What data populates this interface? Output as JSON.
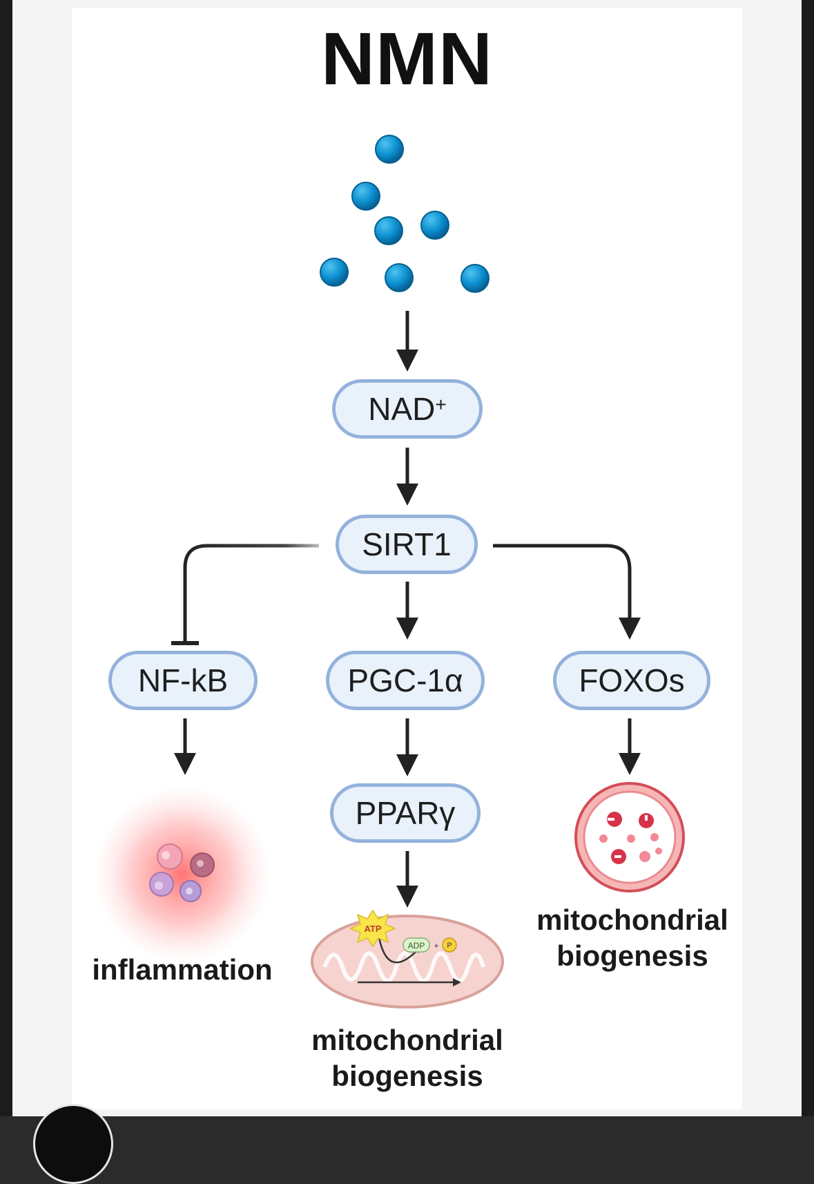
{
  "title": "NMN",
  "nodes": {
    "nad": {
      "label": "NAD",
      "sup": "+"
    },
    "sirt1": {
      "label": "SIRT1"
    },
    "nfkb": {
      "label": "NF-kB"
    },
    "pgc1a": {
      "label": "PGC-1α"
    },
    "foxos": {
      "label": "FOXOs"
    },
    "ppary": {
      "label": "PPARγ"
    }
  },
  "outcomes": {
    "inflammation": "inflammation",
    "mito_center_line1": "mitochondrial",
    "mito_center_line2": "biogenesis",
    "mito_right_line1": "mitochondrial",
    "mito_right_line2": "biogenesis"
  },
  "mitochondrion_labels": {
    "atp": "ATP",
    "adp": "ADP",
    "plus": "+",
    "p": "P"
  },
  "colors": {
    "molecule": "#0b8fd0",
    "node_border": "#93b2dc",
    "node_fill": "#e9f1fb",
    "arrow": "#222222",
    "inflammation_glow": "#ff6b6b",
    "mitochondrion": "#f3c9c4"
  }
}
